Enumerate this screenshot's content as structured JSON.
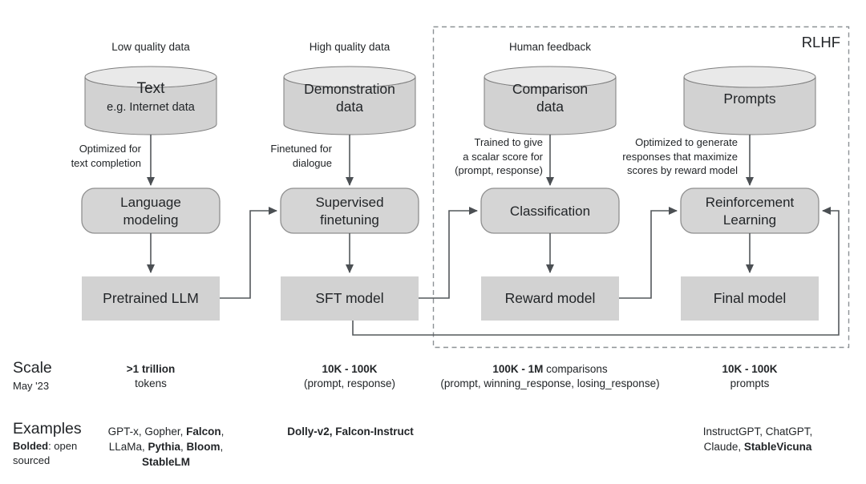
{
  "rlhf_box_label": "RLHF",
  "columns": [
    {
      "top_label": "Low quality data",
      "cylinder_title": "Text",
      "cylinder_subtitle": "e.g. Internet data",
      "arrow_label": "Optimized for\ntext completion",
      "process_label": "Language\nmodeling",
      "model_label": "Pretrained LLM"
    },
    {
      "top_label": "High quality data",
      "cylinder_title": "Demonstration\ndata",
      "arrow_label": "Finetuned for\ndialogue",
      "process_label": "Supervised\nfinetuning",
      "model_label": "SFT model"
    },
    {
      "top_label": "Human feedback",
      "cylinder_title": "Comparison\ndata",
      "arrow_label": "Trained to give\na scalar score for\n(prompt, response)",
      "process_label": "Classification",
      "model_label": "Reward model"
    },
    {
      "cylinder_title": "Prompts",
      "arrow_label": "Optimized to generate\nresponses that maximize\nscores by reward model",
      "process_label": "Reinforcement\nLearning",
      "model_label": "Final model"
    }
  ],
  "scale_row": {
    "header": "Scale",
    "subheader": "May '23",
    "entries": [
      {
        "line1": [
          {
            "t": ">1 trillion",
            "b": true
          }
        ],
        "line2": "tokens"
      },
      {
        "line1": [
          {
            "t": "10K - 100K",
            "b": true
          }
        ],
        "line2": "(prompt, response)"
      },
      {
        "line1": [
          {
            "t": "100K - 1M",
            "b": true
          },
          {
            "t": " comparisons",
            "b": false
          }
        ],
        "line2": "(prompt, winning_response, losing_response)"
      },
      {
        "line1": [
          {
            "t": "10K - 100K",
            "b": true
          }
        ],
        "line2": "prompts"
      }
    ]
  },
  "examples_row": {
    "header": "Examples",
    "subheader_line1": [
      {
        "t": "Bolded",
        "b": true
      },
      {
        "t": ": open",
        "b": false
      }
    ],
    "subheader_line2": "sourced",
    "entries": [
      {
        "lines": [
          [
            {
              "t": "GPT-x, Gopher, ",
              "b": false
            },
            {
              "t": "Falcon",
              "b": true
            },
            {
              "t": ",",
              "b": false
            }
          ],
          [
            {
              "t": "LLaMa, ",
              "b": false
            },
            {
              "t": "Pythia",
              "b": true
            },
            {
              "t": ", ",
              "b": false
            },
            {
              "t": "Bloom",
              "b": true
            },
            {
              "t": ",",
              "b": false
            }
          ],
          [
            {
              "t": "StableLM",
              "b": true
            }
          ]
        ]
      },
      {
        "lines": [
          [
            {
              "t": "Dolly-v2, Falcon-Instruct",
              "b": true
            }
          ]
        ]
      },
      {
        "lines": []
      },
      {
        "lines": [
          [
            {
              "t": "InstructGPT, ChatGPT,",
              "b": false
            }
          ],
          [
            {
              "t": "Claude, ",
              "b": false
            },
            {
              "t": "StableVicuna",
              "b": true
            }
          ]
        ]
      }
    ]
  },
  "colors": {
    "cylinder_body": "#d2d2d2",
    "cylinder_top": "#e9e9e9",
    "shape_stroke": "#7d7d7d",
    "process_fill": "#d5d5d5",
    "process_stroke": "#8f8f8f",
    "model_fill": "#d2d2d2",
    "connector": "#54585c",
    "dashed_border": "#8d9296",
    "text": "#222528"
  }
}
